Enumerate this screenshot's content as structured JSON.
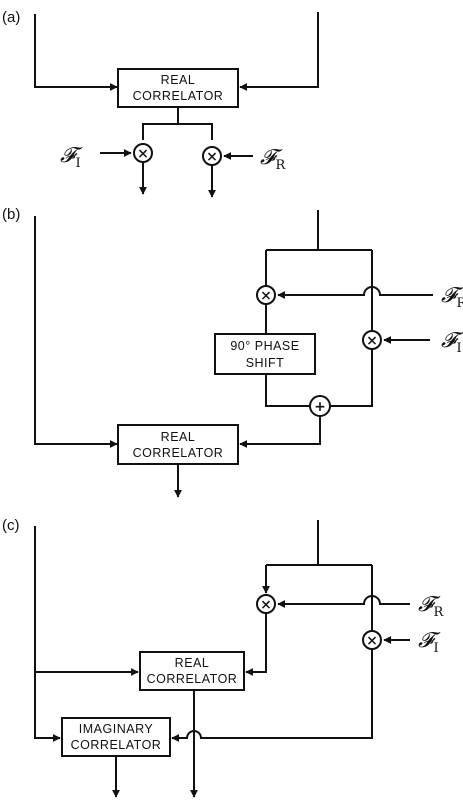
{
  "panels": [
    {
      "label": "(a)",
      "box": [
        "REAL",
        "CORRELATOR"
      ],
      "left_input": {
        "glyph": "𝓕",
        "sub": "I"
      },
      "right_input": {
        "glyph": "𝓕",
        "sub": "R"
      },
      "ops": [
        "×",
        "×"
      ]
    },
    {
      "label": "(b)",
      "shift_box": [
        "90° PHASE",
        "SHIFT"
      ],
      "box": [
        "REAL",
        "CORRELATOR"
      ],
      "input_r": {
        "glyph": "𝓕",
        "sub": "R"
      },
      "input_i": {
        "glyph": "𝓕",
        "sub": "I"
      },
      "ops": [
        "×",
        "×",
        "+"
      ]
    },
    {
      "label": "(c)",
      "real_box": [
        "REAL",
        "CORRELATOR"
      ],
      "imag_box": [
        "IMAGINARY",
        "CORRELATOR"
      ],
      "input_r": {
        "glyph": "𝓕",
        "sub": "R"
      },
      "input_i": {
        "glyph": "𝓕",
        "sub": "I"
      },
      "ops": [
        "×",
        "×"
      ]
    }
  ]
}
